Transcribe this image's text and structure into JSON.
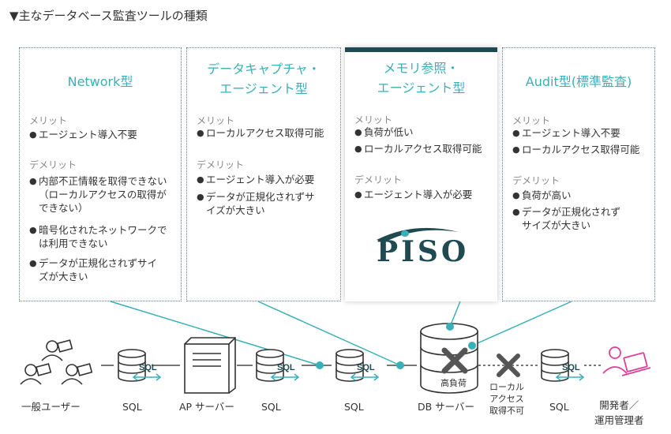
{
  "title": "▼主なデータベース監査ツールの種類",
  "cards": [
    {
      "title": "Network型",
      "merit_label": "メリット",
      "merits": [
        "エージェント導入不要"
      ],
      "demerit_label": "デメリット",
      "demerits": [
        "内部不正情報を取得できない\n（ローカルアクセスの取得が\nできない）",
        "暗号化されたネットワークで\nは利用できない",
        "データが正規化されずサイ\nズが大きい"
      ]
    },
    {
      "title": "データキャプチャ・\nエージェント型",
      "merit_label": "メリット",
      "merits": [
        "ローカルアクセス取得可能"
      ],
      "demerit_label": "デメリット",
      "demerits": [
        "エージェント導入が必要",
        "データが正規化されずサ\nイズが大きい"
      ]
    },
    {
      "title": "メモリ参照・\nエージェント型",
      "merit_label": "メリット",
      "merits": [
        "負荷が低い",
        "ローカルアクセス取得可能"
      ],
      "demerit_label": "デメリット",
      "demerits": [
        "エージェント導入が必要"
      ],
      "logo_text": "PISO"
    },
    {
      "title": "Audit型(標準監査)",
      "merit_label": "メリット",
      "merits": [
        "エージェント導入不要",
        "ローカルアクセス取得可能"
      ],
      "demerit_label": "デメリット",
      "demerits": [
        "負荷が高い",
        "データが正規化されず\nサイズが大きい"
      ]
    }
  ],
  "diagram": {
    "users_label": "一般ユーザー",
    "sql1_label": "SQL",
    "ap_label": "AP サーバー",
    "sql2_label": "SQL",
    "sql3_label": "SQL",
    "db_label": "DB サーバー",
    "db_load": "高負荷",
    "local_access": "ローカル\nアクセス\n取得不可",
    "sql4_label": "SQL",
    "dev_label": "開発者／\n運用管理者",
    "icon_sql_text": "SQL"
  },
  "colors": {
    "accent": "#3ab0b8",
    "dark_teal": "#1f4a52",
    "border": "#5f7fa6",
    "pink": "#e0409a",
    "cross": "#555555"
  }
}
